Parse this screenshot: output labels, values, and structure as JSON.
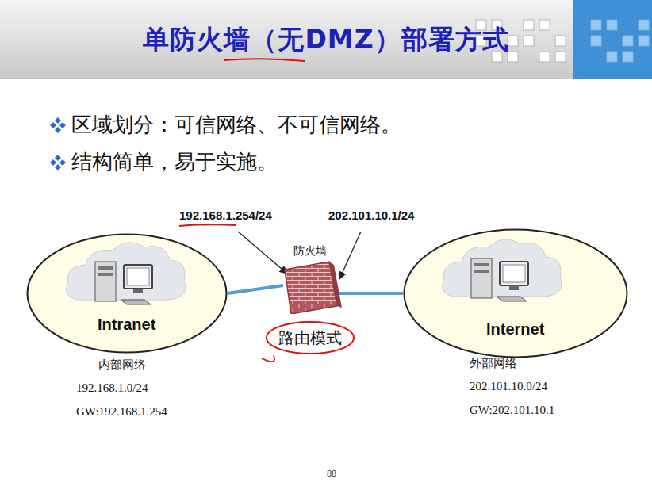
{
  "diagram": {
    "title": "单防火墙（无DMZ）部署方式",
    "nodes": [
      {
        "text": [
          "Intranet"
        ]
      },
      {
        "text": [
          "防火墙"
        ]
      },
      {
        "text": [
          "Internet"
        ]
      },
      {
        "text": [
          "路由模式"
        ]
      }
    ],
    "edges": [
      {
        "from": 0,
        "to": 1,
        "arrow": "none"
      },
      {
        "from": 1,
        "to": 2,
        "arrow": "none"
      }
    ],
    "labels": [
      "区域划分：可信网络、不可信网络。",
      "结构简单，易于实施。",
      "192.168.1.254/24",
      "202.101.10.1/24",
      "内部网络",
      "192.168.1.0/24",
      "GW:192.168.1.254",
      "外部网络",
      "202.101.10.0/24",
      "GW:202.101.10.1",
      "88"
    ]
  }
}
